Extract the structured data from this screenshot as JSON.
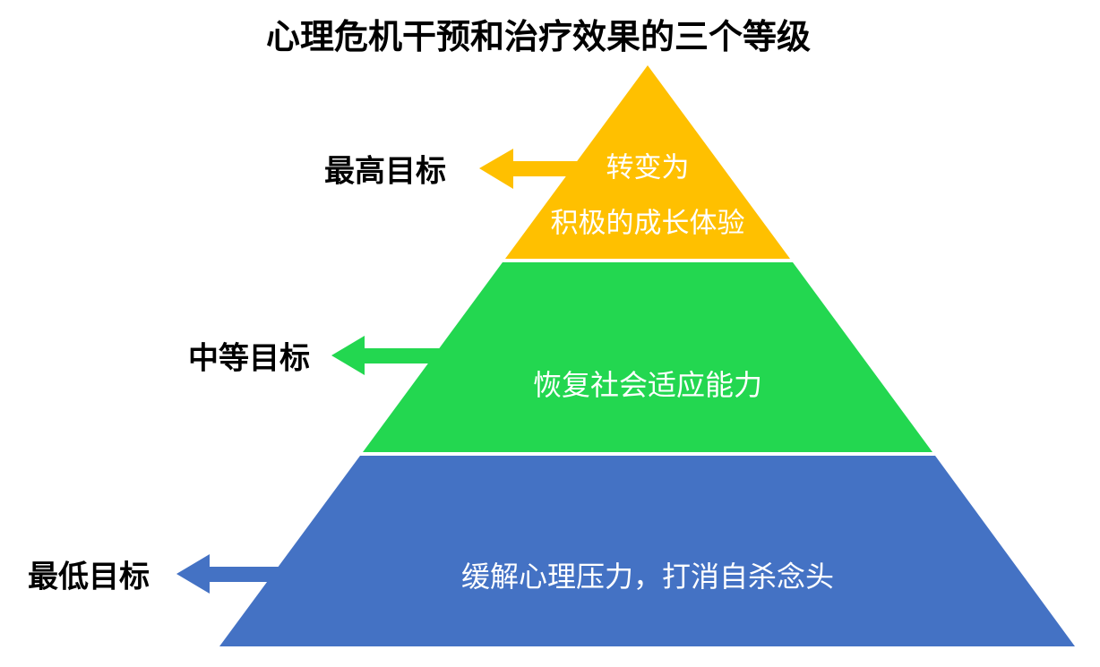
{
  "title": "心理危机干预和治疗效果的三个等级",
  "diagram_type": "pyramid-3-levels",
  "tiers": [
    {
      "position": "top",
      "label": "最高目标",
      "line1": "转变为",
      "line2": "积极的成长体验",
      "color": "#FFC000"
    },
    {
      "position": "middle",
      "label": "中等目标",
      "line1": "恢复社会适应能力",
      "color": "#23D750"
    },
    {
      "position": "bottom",
      "label": "最低目标",
      "line1": "缓解心理压力，打消自杀念头",
      "color": "#4472C4"
    }
  ],
  "text_color_on_tiers": "#FFFFFF",
  "label_color": "#000000",
  "background_color": "#FFFFFF"
}
